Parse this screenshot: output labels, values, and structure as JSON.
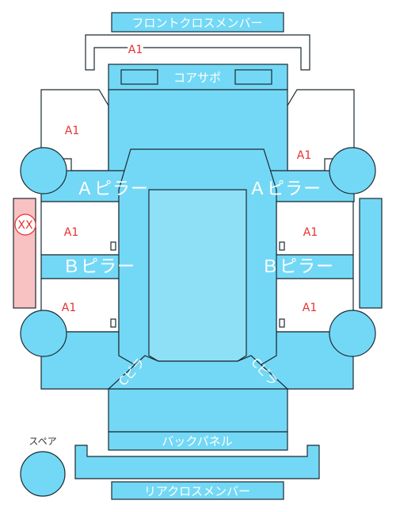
{
  "colors": {
    "panel_fill": "#73d8f5",
    "panel_light": "#8ee0f7",
    "outline": "#1c2a33",
    "marker_text": "#e83030",
    "damage_fill": "#f8c2c2"
  },
  "labels": {
    "front_cross_member": "フロントクロスメンバー",
    "core_support": "コアサポ",
    "a_pillar_left": "Ａピラー",
    "a_pillar_right": "Ａピラー",
    "b_pillar_left": "Ｂピラー",
    "b_pillar_right": "Ｂピラー",
    "c_pillar_left": "Cピラ",
    "c_pillar_right": "Cピラ",
    "back_panel": "バックパネル",
    "rear_cross_member": "リアクロスメンバー",
    "spare": "スペア"
  },
  "markers": {
    "front_cross": "A1",
    "front_fender_left": "A1",
    "front_fender_right": "A1",
    "front_door_left": "A1",
    "front_door_right": "A1",
    "rear_door_left": "A1",
    "rear_door_right": "A1",
    "side_sill_left": "XX"
  },
  "icons": {
    "wheel": "wheel-circle-icon",
    "spare": "spare-tire-icon"
  }
}
